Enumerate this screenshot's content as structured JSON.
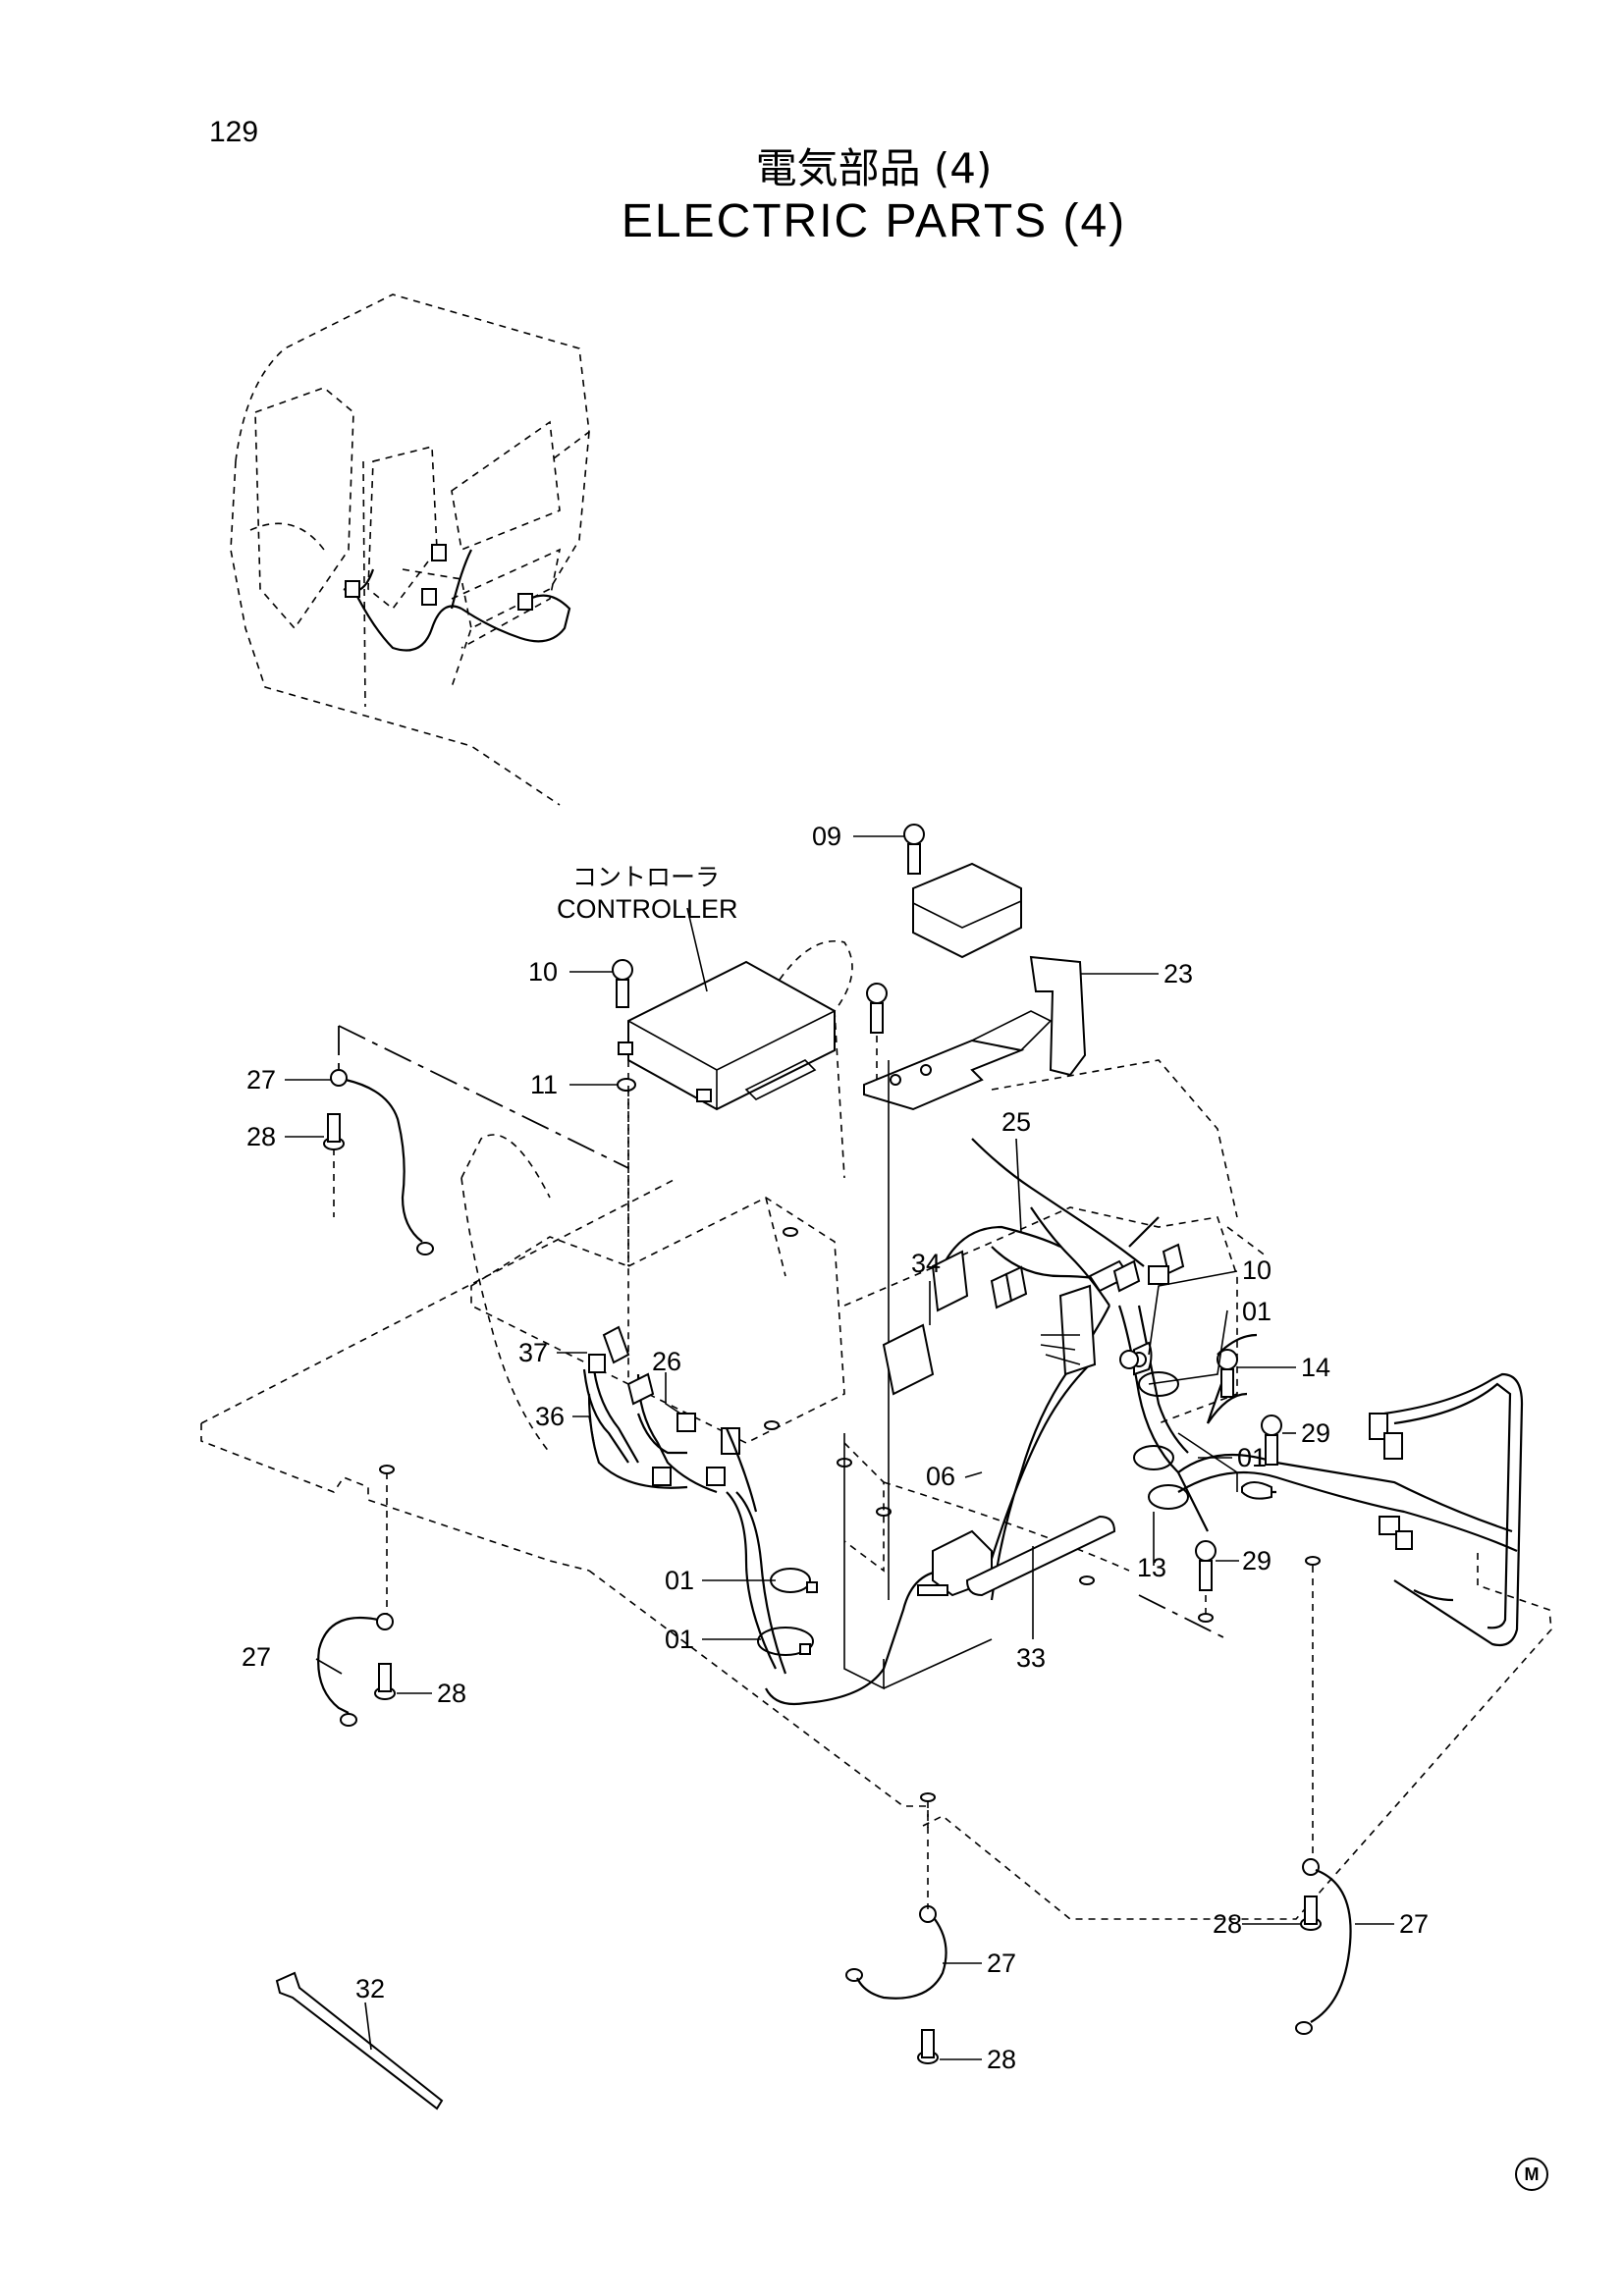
{
  "page_number": "129",
  "title_jp": "電気部品 (4)",
  "title_en": "ELECTRIC PARTS (4)",
  "controller_label_jp": "コントローラ",
  "controller_label_en": "CONTROLLER",
  "callouts": {
    "c09": "09",
    "c10a": "10",
    "c23": "23",
    "c27a": "27",
    "c28a": "28",
    "c11": "11",
    "c25": "25",
    "c34": "34",
    "c10b": "10",
    "c01a": "01",
    "c14": "14",
    "c37": "37",
    "c26": "26",
    "c36": "36",
    "c29a": "29",
    "c06": "06",
    "c01b": "01",
    "c01c": "01",
    "c29b": "29",
    "c01d": "01",
    "c13": "13",
    "c27b": "27",
    "c28b": "28",
    "c33": "33",
    "c28c": "28",
    "c27c": "27",
    "c27d": "27",
    "c32": "32",
    "c28d": "28"
  },
  "corner_mark": "M"
}
